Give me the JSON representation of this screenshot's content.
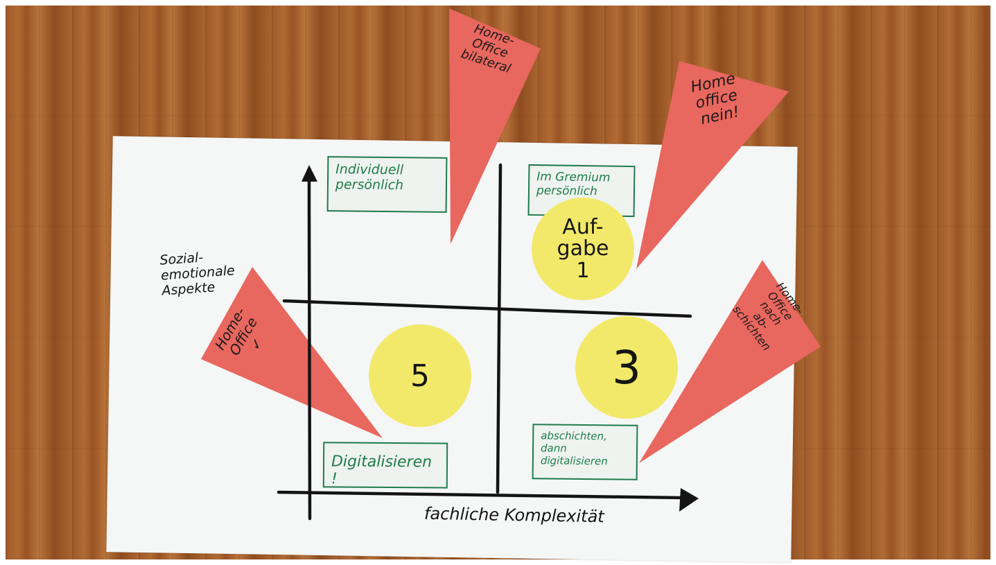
{
  "diagram": {
    "y_axis_label": "Sozial-\nemotionale\nAspekte",
    "x_axis_label": "fachliche Komplexität",
    "colors": {
      "floor": "#a6612e",
      "poster": "#f5f6f6",
      "note_border": "#1f7a4f",
      "note_text": "#1e7b4c",
      "circle": "#f2e96a",
      "pennant": "#e8675e",
      "ink": "#141414"
    },
    "notes": [
      {
        "text": "Individuell\npersönlich"
      },
      {
        "text": "Im Gremium\npersönlich"
      },
      {
        "text": "Digitalisieren !"
      },
      {
        "text": "abschichten,\ndann digitalisieren"
      }
    ],
    "circles": [
      {
        "text": "Auf-\ngabe\n1"
      },
      {
        "text": "5"
      },
      {
        "text": "3"
      }
    ],
    "pennants": [
      {
        "text": "Home-\nOffice\nbilateral"
      },
      {
        "text": "Home\noffice\nnein!"
      },
      {
        "text": "Home-\nOffice\n✓"
      },
      {
        "text": "Home-\nOffice\nnach\nab-\nschichten"
      }
    ]
  }
}
